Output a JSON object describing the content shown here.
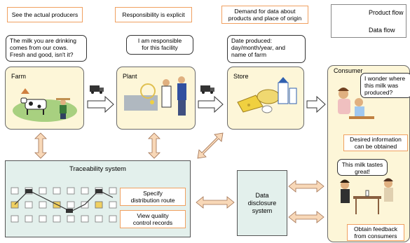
{
  "notes": {
    "producers": "See the actual producers",
    "responsibility": "Responsibility is explicit",
    "demand_line1": "Demand for data about",
    "demand_line2": "products and place of origin"
  },
  "legend": {
    "product_flow": "Product flow",
    "data_flow": "Data flow"
  },
  "farm": {
    "label": "Farm",
    "bubble_l1": "The milk you are drinking",
    "bubble_l2": "comes from our cows.",
    "bubble_l3": "Fresh and good, isn't it?"
  },
  "plant": {
    "label": "Plant",
    "bubble_l1": "I am responsible",
    "bubble_l2": "for this facility"
  },
  "store": {
    "label": "Store",
    "bubble_l1": "Date produced:",
    "bubble_l2": "day/month/year, and",
    "bubble_l3": "name of farm"
  },
  "consumer": {
    "label": "Consumer",
    "bubble_l1": "I wonder where",
    "bubble_l2": "this milk was",
    "bubble_l3": "produced?",
    "info_l1": "Desired information",
    "info_l2": "can be obtained",
    "taste_l1": "This milk tastes",
    "taste_l2": "great!",
    "feedback_l1": "Obtain feedback",
    "feedback_l2": "from consumers"
  },
  "traceability": {
    "title": "Traceability system",
    "route_l1": "Specify",
    "route_l2": "distribution route",
    "quality_l1": "View quality",
    "quality_l2": "control records"
  },
  "disclosure": {
    "l1": "Data",
    "l2": "disclosure",
    "l3": "system"
  },
  "colors": {
    "panel": "#fdf6d8",
    "traceability": "#e3f0ec",
    "note_border": "#f0a060",
    "data_arrow": "#f8d8b8"
  }
}
